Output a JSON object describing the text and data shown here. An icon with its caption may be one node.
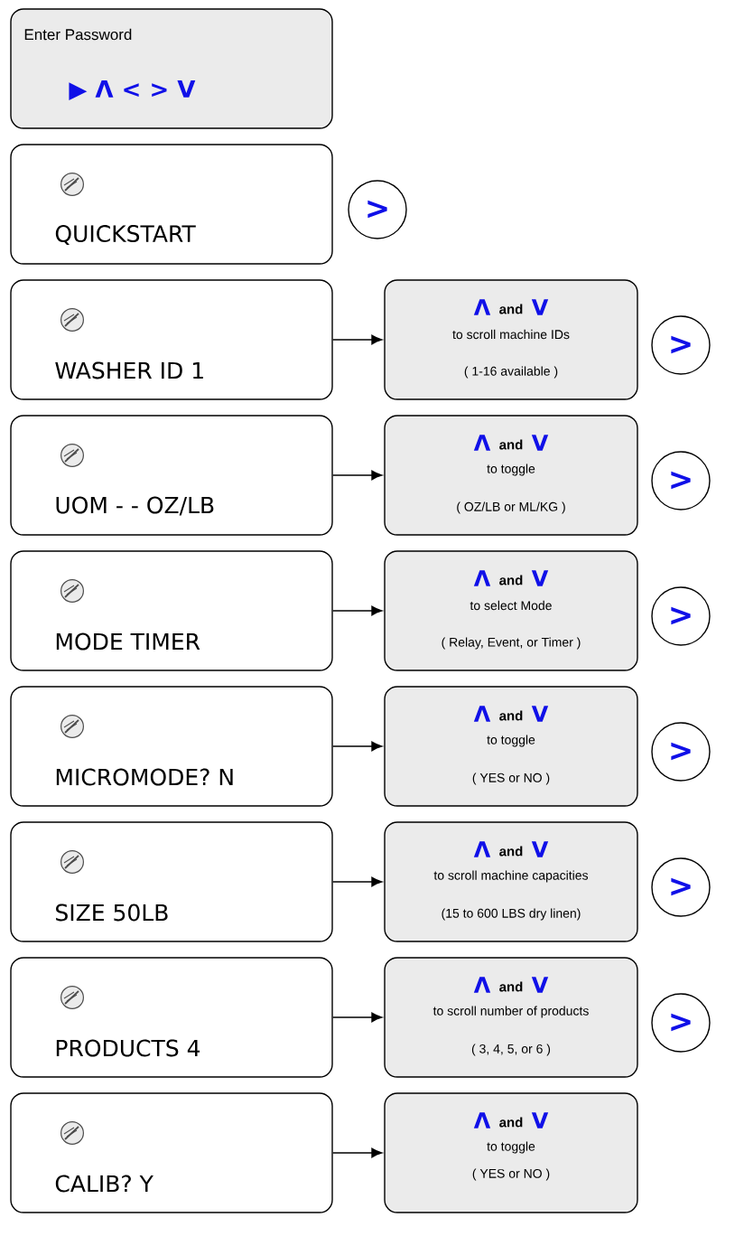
{
  "diagram": {
    "nodes": [
      {
        "text": [
          "Enter Password",
          "▶ Λ < > V"
        ]
      },
      {
        "text": [
          "QUICKSTART"
        ]
      },
      {
        "text": [
          ">"
        ]
      },
      {
        "text": [
          "WASHER  ID  1"
        ]
      },
      {
        "text": [
          "Λ",
          "and",
          "V",
          "to scroll machine IDs",
          "( 1-16 available )"
        ]
      },
      {
        "text": [
          ">"
        ]
      },
      {
        "text": [
          "UOM  - -  OZ/LB"
        ]
      },
      {
        "text": [
          "Λ",
          "and",
          "V",
          "to toggle",
          "( OZ/LB or ML/KG )"
        ]
      },
      {
        "text": [
          ">"
        ]
      },
      {
        "text": [
          "MODE TIMER"
        ]
      },
      {
        "text": [
          "Λ",
          "and",
          "V",
          "to select Mode",
          "( Relay, Event, or Timer )"
        ]
      },
      {
        "text": [
          ">"
        ]
      },
      {
        "text": [
          "MICROMODE? N"
        ]
      },
      {
        "text": [
          "Λ",
          "and",
          "V",
          "to toggle",
          "( YES or NO )"
        ]
      },
      {
        "text": [
          ">"
        ]
      },
      {
        "text": [
          "SIZE     50LB"
        ]
      },
      {
        "text": [
          "Λ",
          "and",
          "V",
          "to scroll machine capacities",
          "(15 to 600 LBS dry linen)"
        ]
      },
      {
        "text": [
          ">"
        ]
      },
      {
        "text": [
          "PRODUCTS 4"
        ]
      },
      {
        "text": [
          "Λ",
          "and",
          "V",
          "to scroll number of products",
          "( 3, 4, 5, or 6 )"
        ]
      },
      {
        "text": [
          ">"
        ]
      },
      {
        "text": [
          "CALIB?      Y"
        ]
      },
      {
        "text": [
          "Λ",
          "and",
          "V",
          "to toggle",
          "( YES or NO )"
        ]
      }
    ],
    "edges": [
      {
        "from": 3,
        "to": 4,
        "arrow": "to"
      },
      {
        "from": 6,
        "to": 7,
        "arrow": "to"
      },
      {
        "from": 9,
        "to": 10,
        "arrow": "to"
      },
      {
        "from": 12,
        "to": 13,
        "arrow": "to"
      },
      {
        "from": 15,
        "to": 16,
        "arrow": "to"
      },
      {
        "from": 18,
        "to": 19,
        "arrow": "to"
      },
      {
        "from": 21,
        "to": 22,
        "arrow": "to"
      }
    ]
  }
}
